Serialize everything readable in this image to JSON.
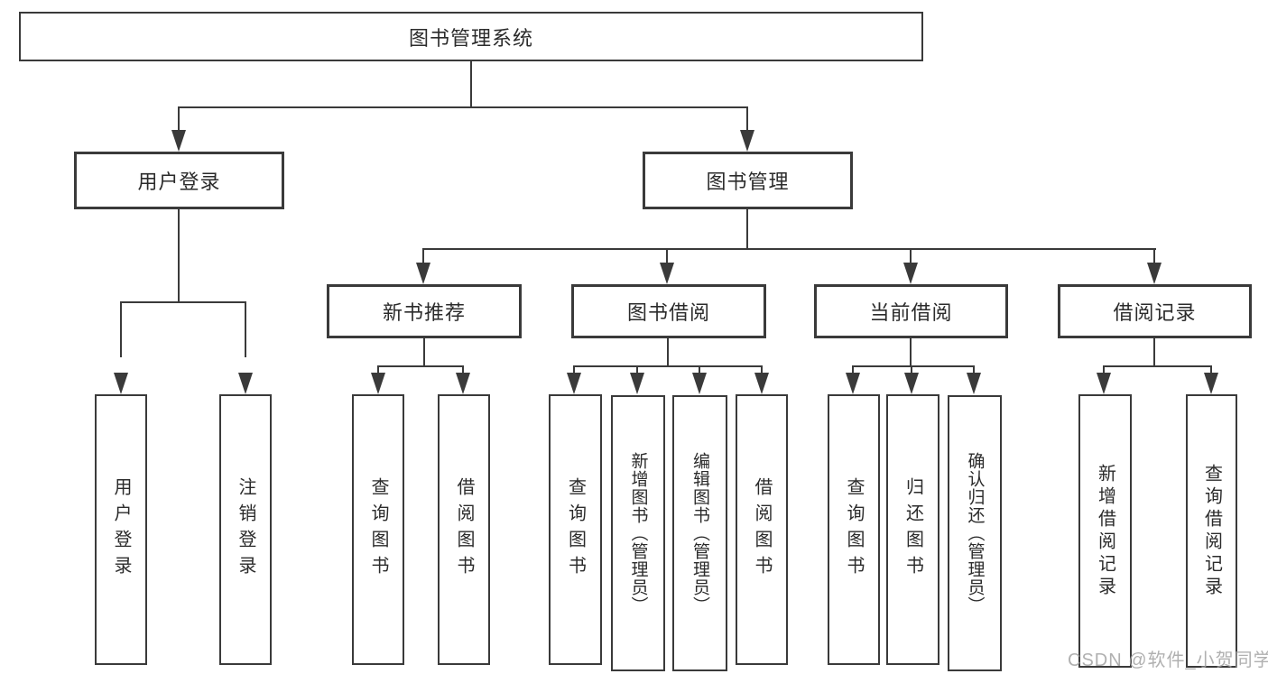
{
  "diagram": {
    "root": {
      "label": "图书管理系统"
    },
    "level2": [
      {
        "label": "用户登录"
      },
      {
        "label": "图书管理"
      }
    ],
    "level3": [
      {
        "label": "新书推荐"
      },
      {
        "label": "图书借阅"
      },
      {
        "label": "当前借阅"
      },
      {
        "label": "借阅记录"
      }
    ],
    "leaves": {
      "user_login": [
        {
          "label": "用户登录"
        },
        {
          "label": "注销登录"
        }
      ],
      "new_book": [
        {
          "label": "查询图书"
        },
        {
          "label": "借阅图书"
        }
      ],
      "book_borrow": [
        {
          "label": "查询图书"
        },
        {
          "label": "新增图书（管理员）"
        },
        {
          "label": "编辑图书（管理员）"
        },
        {
          "label": "借阅图书"
        }
      ],
      "current_borrow": [
        {
          "label": "查询图书"
        },
        {
          "label": "归还图书"
        },
        {
          "label": "确认归还（管理员）"
        }
      ],
      "borrow_records": [
        {
          "label": "新增借阅记录"
        },
        {
          "label": "查询借阅记录"
        }
      ]
    },
    "watermark": "CSDN @软件_小贺同学",
    "colors": {
      "line": "#3a3a3a",
      "text": "#2b2b2b",
      "watermark": "#a3a3a3",
      "background": "#ffffff"
    }
  }
}
